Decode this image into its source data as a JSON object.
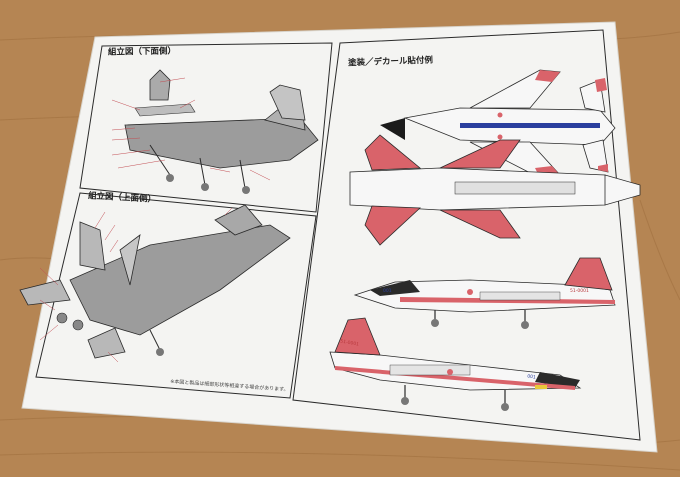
{
  "instruction_sheet": {
    "panel_titles": {
      "assembly_bottom": "組立図（下面側）",
      "assembly_top": "組立図（上面側）",
      "painting_decal": "塗装／デカール貼付例"
    },
    "footer_note": "※本図と製品は細部形状等相違する場合があります。",
    "aircraft_codes": [
      "51-0001",
      "51-0001"
    ],
    "nose_numbers": [
      "001",
      "001"
    ]
  },
  "colors": {
    "table_wood": "#b58553",
    "paper": "#f4f4f2",
    "line": "#2b2b2b",
    "airframe_gray": "#9c9c9c",
    "livery_red": "#d9636a",
    "livery_white": "#f7f7f7",
    "livery_blue": "#2a3f9e"
  }
}
